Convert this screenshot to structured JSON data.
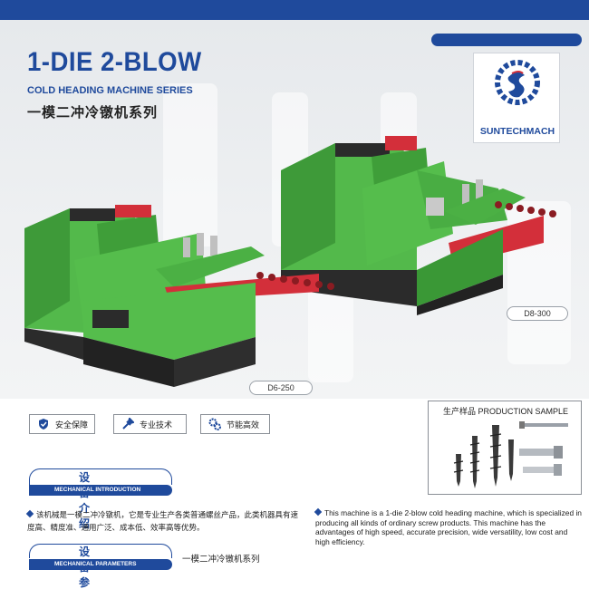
{
  "header": {
    "title": "1-DIE 2-BLOW",
    "subtitle": "COLD HEADING MACHINE SERIES",
    "subtitle_cn": "一模二冲冷镦机系列"
  },
  "logo": {
    "text": "SUNTECHMACH",
    "icon": "suntechmach-logo-icon"
  },
  "machines": [
    {
      "model": "D6-250"
    },
    {
      "model": "D8-300"
    }
  ],
  "features": [
    {
      "icon": "shield-icon",
      "label": "安全保障"
    },
    {
      "icon": "tools-icon",
      "label": "专业技术"
    },
    {
      "icon": "gears-icon",
      "label": "节能高效"
    }
  ],
  "production_sample": {
    "title": "生产样品 PRODUCTION SAMPLE"
  },
  "sections": {
    "intro": {
      "title_cn": "设备介绍",
      "title_en": "MECHANICAL INTRODUCTION"
    },
    "params": {
      "title_cn": "设备参数",
      "title_en": "MECHANICAL PARAMETERS",
      "note": "一模二冲冷镦机系列"
    }
  },
  "intro_text": {
    "cn": "该机械是一模二冲冷镦机，它是专业生产各类普通螺丝产品，此类机器具有速度高、精度准、通用广泛、成本低、效率高等优势。",
    "en": "This machine is a 1-die 2-blow cold heading machine, which is specialized in producing all kinds of ordinary screw products. This machine has the advantages of high speed, accurate precision, wide versatility, low cost and high efficiency."
  },
  "colors": {
    "brand_blue": "#1f4a9c",
    "machine_green": "#4fb84a",
    "machine_dark": "#2a2a2a",
    "accent_red": "#d32f3a"
  }
}
